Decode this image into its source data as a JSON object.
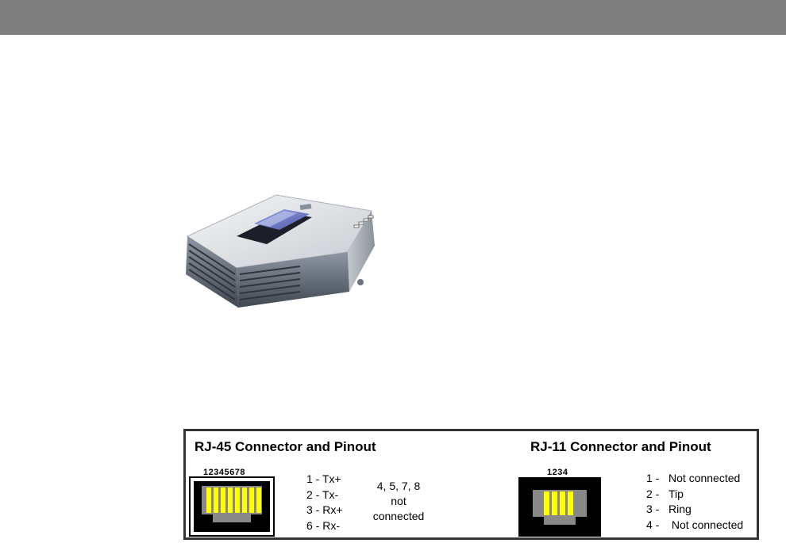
{
  "product": {
    "image_alt": "Linksys"
  },
  "rj45": {
    "title": "RJ-45 Connector and Pinout",
    "pin_numbers": "12345678",
    "pins": [
      "1 - Tx+",
      "2 - Tx-",
      "3 - Rx+",
      "6 - Rx-"
    ],
    "not_connected_note": [
      "4, 5, 7, 8",
      "not",
      "connected"
    ]
  },
  "rj11": {
    "title": "RJ-11 Connector and Pinout",
    "pin_numbers": "1234",
    "pins": [
      {
        "num": "1 -",
        "label": "Not connected"
      },
      {
        "num": "2 -",
        "label": "Tip"
      },
      {
        "num": "3 -",
        "label": "Ring"
      },
      {
        "num": "4 -",
        "label": "Not connected"
      }
    ]
  },
  "colors": {
    "header": "#7f7f7f",
    "pin": "#ffff00",
    "jack": "#000000"
  }
}
